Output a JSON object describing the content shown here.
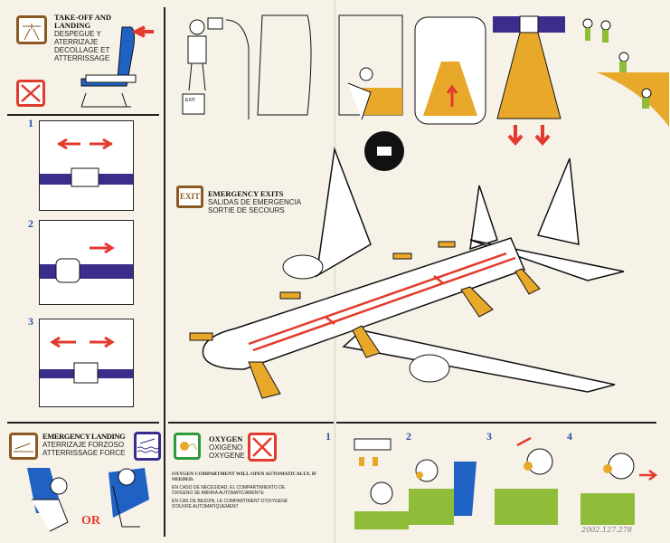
{
  "takeoff": {
    "title1": "TAKE-OFF AND",
    "title2": "LANDING",
    "es1": "DESPEGUE Y",
    "es2": "ATERRIZAJE",
    "fr1": "DECOLLAGE ET",
    "fr2": "ATTERRISSAGE",
    "icon": "plane-runway-icon"
  },
  "seatbelt_steps": [
    "1",
    "2",
    "3"
  ],
  "exits": {
    "title": "EMERGENCY EXITS",
    "es": "SALIDAS DE EMERGENCIA",
    "fr": "SORTIE DE SECOURS",
    "icon_label": "EXIT",
    "door_label": "EXIT"
  },
  "emergency_landing": {
    "title": "EMERGENCY LANDING",
    "es": "ATERRIZAJE FORZOSO",
    "fr": "ATTERRISSAGE FORCE",
    "or": "OR"
  },
  "oxygen": {
    "title": "OXYGEN",
    "es": "OXIGENO",
    "fr": "OXYGENE",
    "note_en": "OXYGEN COMPARTMENT WILL OPEN AUTOMATICALLY, IF NEEDED.",
    "note_es1": "EN CASO DE NECESIDAD, EL COMPARTIMIENTO DE",
    "note_es2": "OXIGENO SE ABRIRA AUTOMATICAMENTE",
    "note_fr1": "EN CAS DE BESOIN, LE COMPARTIMENT D'OXYGENE",
    "note_fr2": "S'OUVRE AUTOMATIQUEMENT",
    "steps": [
      "1",
      "2",
      "3",
      "4"
    ]
  },
  "catalog_number": "2002.127.278",
  "colors": {
    "blue": "#1f62c4",
    "red": "#e23a2c",
    "yellow": "#e8a92a",
    "green": "#8fbd3a",
    "brown": "#8a5a22",
    "purple": "#3a2d8c",
    "paper": "#f6f2e8"
  }
}
